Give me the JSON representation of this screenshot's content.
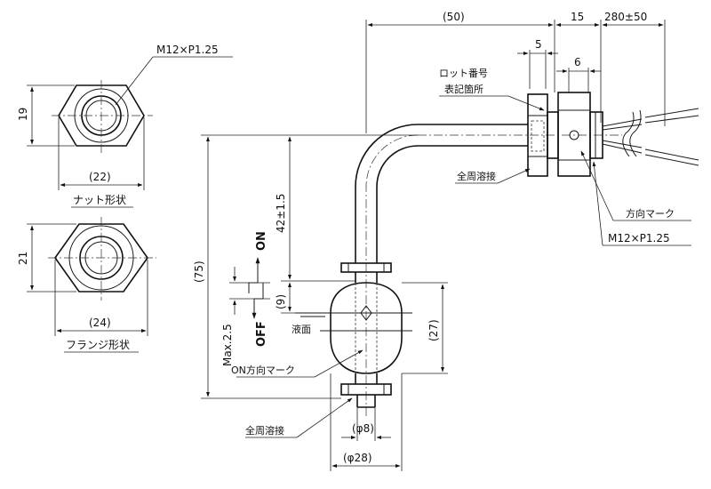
{
  "nut_view": {
    "thread_label": "M12×P1.25",
    "height_dim": "19",
    "width_dim": "(22)",
    "caption": "ナット形状"
  },
  "flange_view": {
    "height_dim": "21",
    "width_dim": "(24)",
    "caption": "フランジ形状"
  },
  "main_view": {
    "dim_50": "(50)",
    "dim_15": "15",
    "dim_280": "280±50",
    "dim_5": "5",
    "dim_6": "6",
    "lot_label_line1": "ロット番号",
    "lot_label_line2": "表記箇所",
    "weld_label_top": "全周溶接",
    "direction_mark_label": "方向マーク",
    "thread_label": "M12×P1.25",
    "dim_75": "(75)",
    "dim_42": "42±1.5",
    "dim_9": "(9)",
    "dim_27": "(27)",
    "on_label": "ON",
    "off_label": "OFF",
    "max_label": "Max.2.5",
    "liquid_label": "液面",
    "on_mark_label": "ON方向マーク",
    "weld_label_bottom": "全周溶接",
    "dim_phi8": "(φ8)",
    "dim_phi28": "(φ28)"
  }
}
